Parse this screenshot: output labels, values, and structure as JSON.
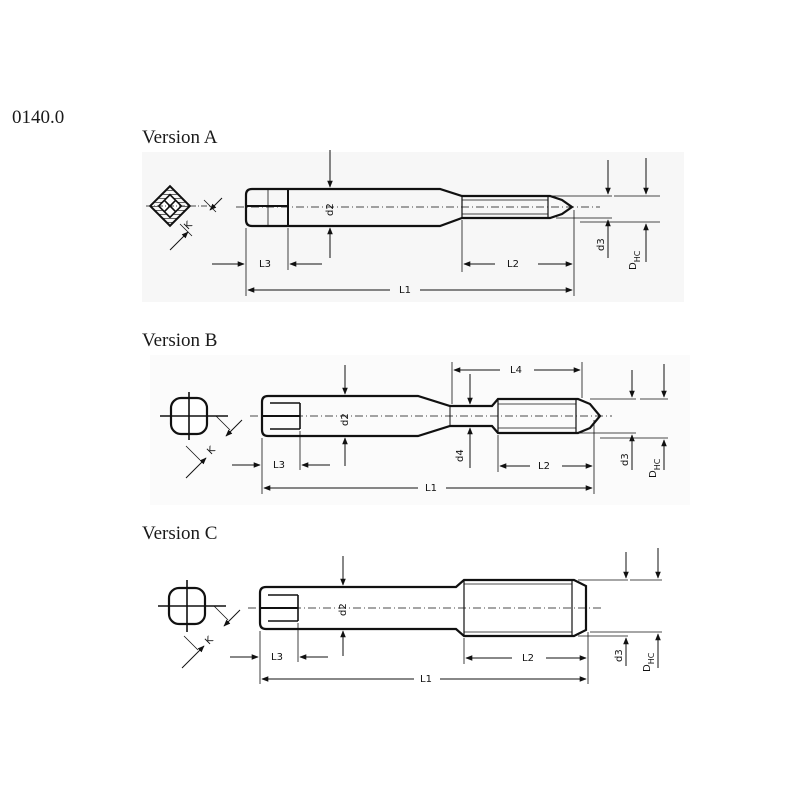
{
  "code": "0140.0",
  "versions": [
    {
      "title": "Version A",
      "labels": {
        "k": "K",
        "d2": "d2",
        "l3": "L3",
        "l2": "L2",
        "l1": "L1",
        "d3": "d3",
        "dhc": "D",
        "dhc_sub": "HC"
      }
    },
    {
      "title": "Version B",
      "labels": {
        "k": "K",
        "d2": "d2",
        "l3": "L3",
        "l2": "L2",
        "l1": "L1",
        "l4": "L4",
        "d4": "d4",
        "d3": "d3",
        "dhc": "D",
        "dhc_sub": "HC"
      }
    },
    {
      "title": "Version C",
      "labels": {
        "k": "K",
        "d2": "d2",
        "l3": "L3",
        "l2": "L2",
        "l1": "L1",
        "d3": "d3",
        "dhc": "D",
        "dhc_sub": "HC"
      }
    }
  ]
}
